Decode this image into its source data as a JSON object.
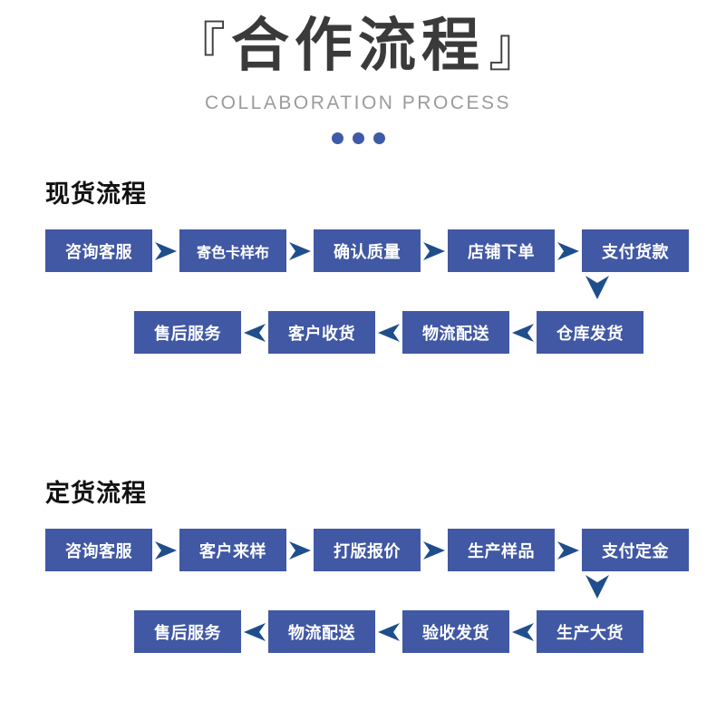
{
  "header": {
    "bracket_left": "『",
    "title": "合作流程",
    "bracket_right": "』",
    "subtitle": "COLLABORATION  PROCESS",
    "dot_count": 3,
    "dot_color": "#3f5aa6"
  },
  "theme": {
    "box_fill": "#4158a4",
    "arrow_fill": "#1f4e8c",
    "box_text": "#ffffff",
    "background": "#ffffff",
    "title_color": "#3a3a3a",
    "subtitle_color": "#9b9b9b"
  },
  "sections": [
    {
      "title": "现货流程",
      "row_top": [
        "咨询客服",
        "寄色卡样布",
        "确认质量",
        "店铺下单",
        "支付货款"
      ],
      "row_bottom": [
        "售后服务",
        "客户收货",
        "物流配送",
        "仓库发货"
      ],
      "connector": "down-arrow"
    },
    {
      "title": "定货流程",
      "row_top": [
        "咨询客服",
        "客户来样",
        "打版报价",
        "生产样品",
        "支付定金"
      ],
      "row_bottom": [
        "售后服务",
        "物流配送",
        "验收发货",
        "生产大货"
      ],
      "connector": "down-arrow"
    }
  ]
}
